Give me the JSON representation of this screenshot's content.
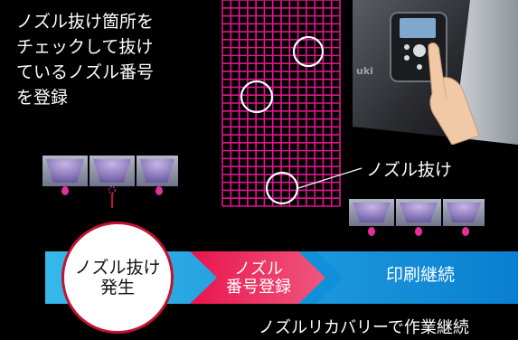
{
  "intro": {
    "lines": [
      "ノズル抜け箇所を",
      "チェックして抜け",
      "ているノズル番号",
      "を登録"
    ]
  },
  "callout": {
    "label": "ノズル抜け"
  },
  "flow": {
    "step1_line1": "ノズル抜け",
    "step1_line2": "発生",
    "step2_line1": "ノズル",
    "step2_line2": "番号登録",
    "step3": "印刷継続"
  },
  "caption": "ノズルリカバリーで作業継続",
  "colors": {
    "grid": "#e0168f",
    "flow_light": "#35b8ea",
    "flow_dark": "#0a7fd1",
    "flow_step2": "#e8154f",
    "bubble_border": "#c4122f",
    "ink_drop": "#e52e9e"
  },
  "icons": {
    "printer_panel": "printer-control-panel-icon",
    "hand": "hand-pointer-icon",
    "nozzle_head": "print-head-nozzle-icon"
  }
}
